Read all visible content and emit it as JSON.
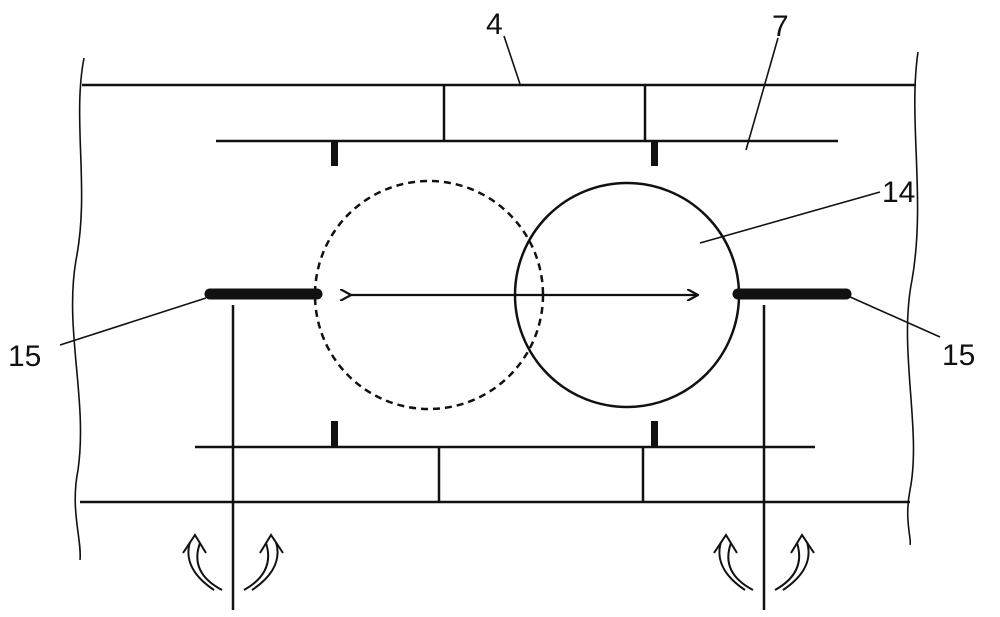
{
  "labels": {
    "frame_top": "4",
    "chamber": "7",
    "circle": "14",
    "lever_left": "15",
    "lever_right": "15"
  },
  "icons": {
    "left_rotation": "rotation-arrows-icon",
    "right_rotation": "rotation-arrows-icon",
    "travel": "double-headed-arrow-icon"
  },
  "colors": {
    "line": "#111111",
    "background": "#ffffff"
  }
}
